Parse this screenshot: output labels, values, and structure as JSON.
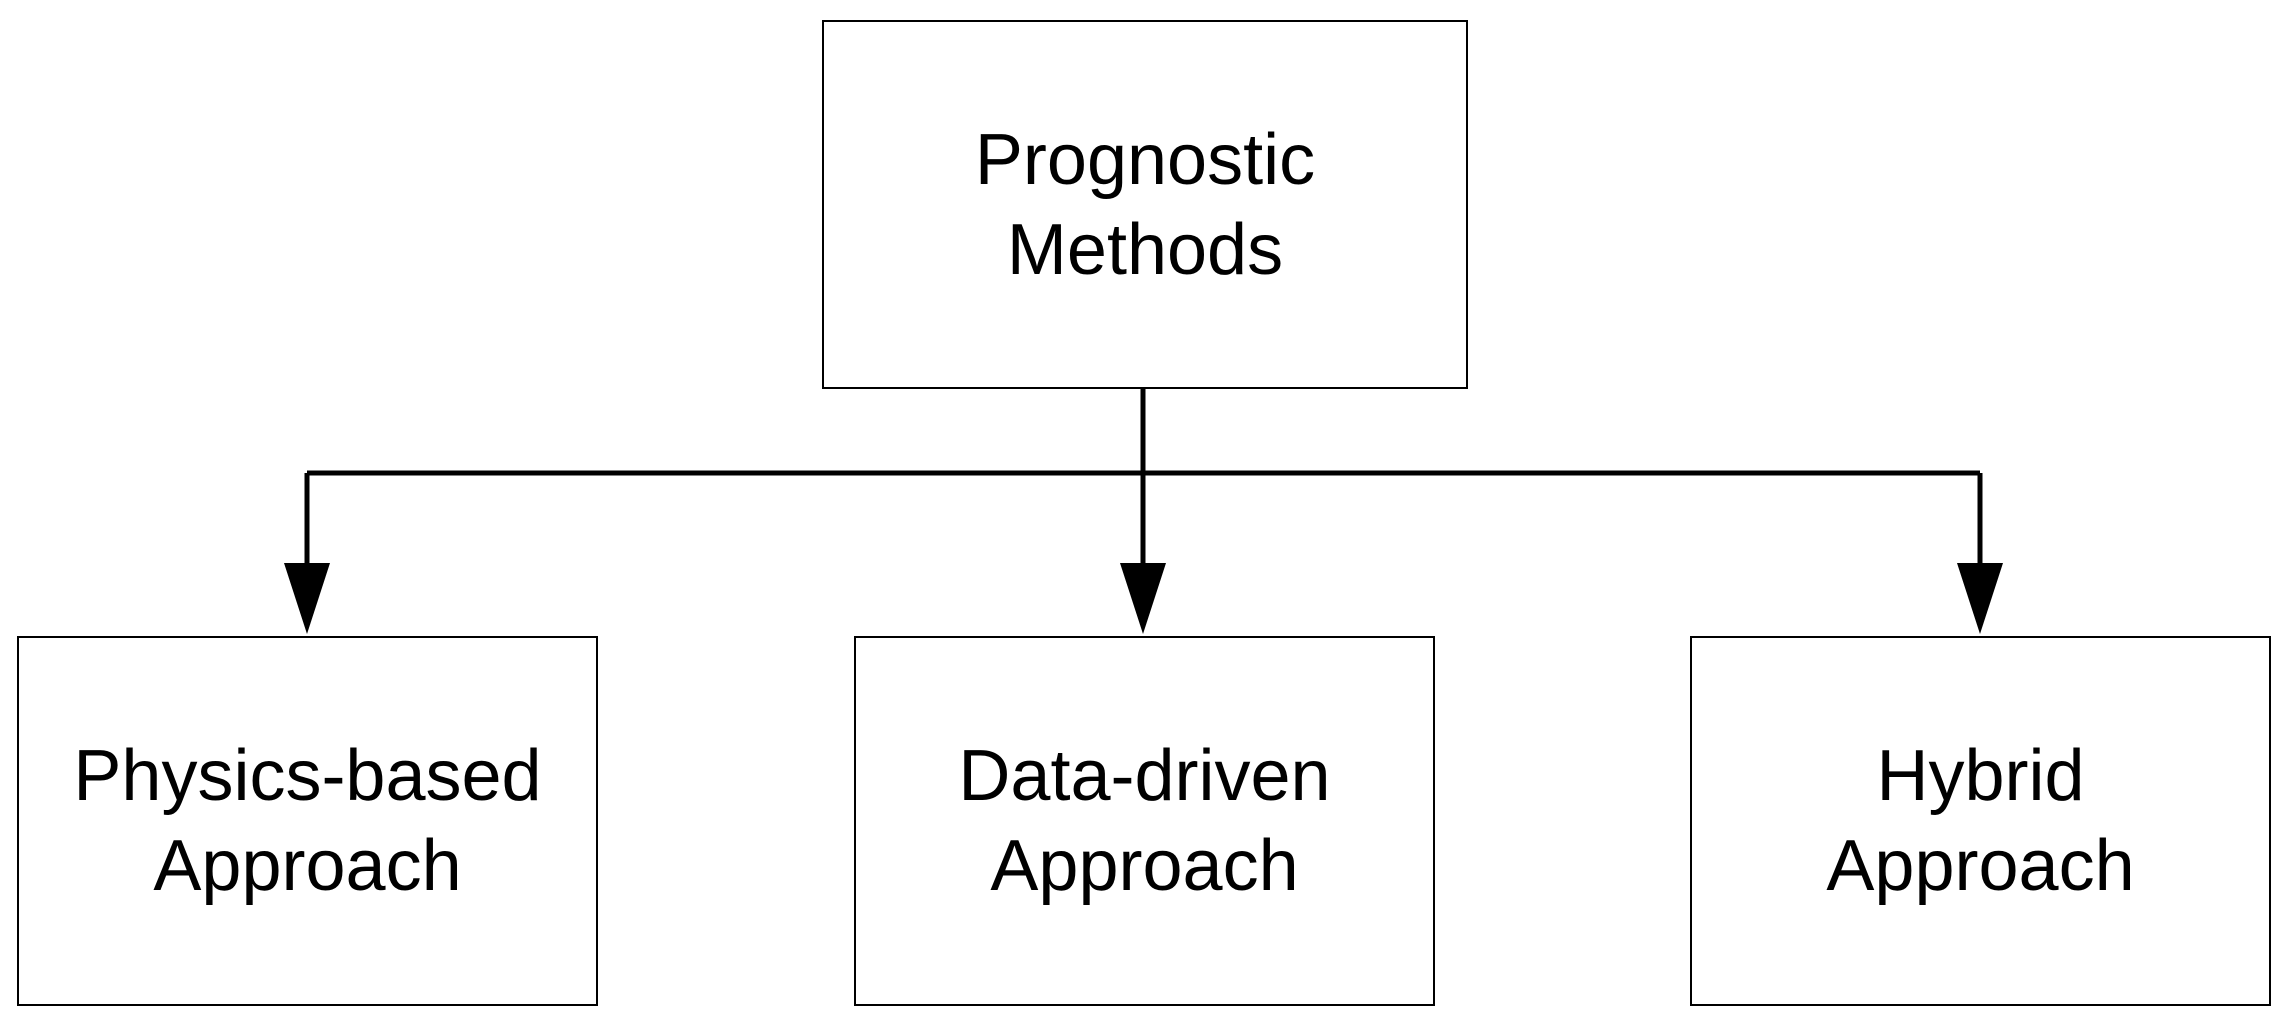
{
  "diagram": {
    "root": {
      "line1": "Prognostic",
      "line2": "Methods"
    },
    "children": [
      {
        "line1": "Physics-based",
        "line2": "Approach"
      },
      {
        "line1": "Data-driven",
        "line2": "Approach"
      },
      {
        "line1": "Hybrid",
        "line2": "Approach"
      }
    ],
    "colors": {
      "stroke": "#000000",
      "fill": "#ffffff"
    }
  }
}
